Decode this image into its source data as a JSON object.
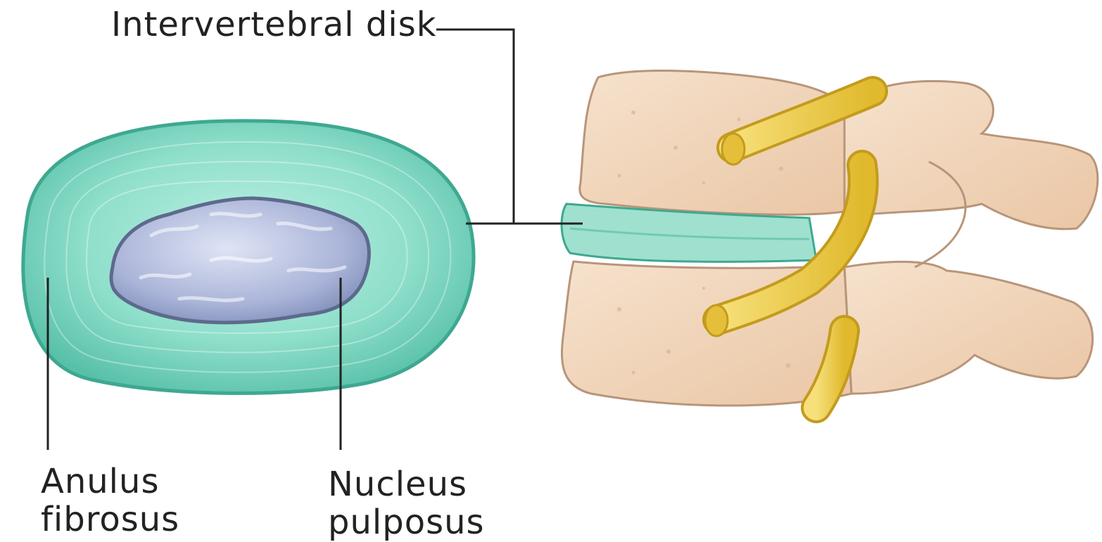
{
  "labels": {
    "intervertebral_disk": "Intervertebral disk",
    "anulus_fibrosus": [
      "Anulus",
      "fibrosus"
    ],
    "nucleus_pulposus": [
      "Nucleus",
      "pulposus"
    ]
  },
  "colors": {
    "anulus": "#7fd8c4",
    "anulus_edge": "#3ea890",
    "nucleus": "#b4bedf",
    "nucleus_edge": "#5d6a8c",
    "bone": "#f2d7bc",
    "bone_edge": "#b8957a",
    "nerve": "#f0cf45",
    "nerve_edge": "#c39b1d",
    "leader_line": "#222222"
  }
}
